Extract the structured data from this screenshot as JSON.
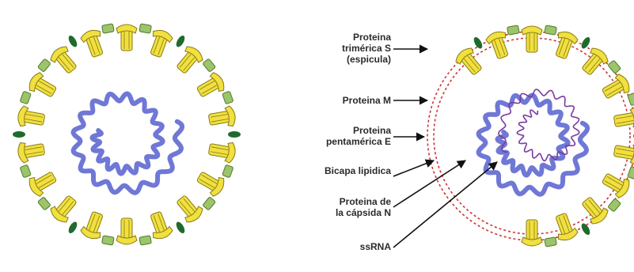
{
  "labels": {
    "spike": [
      "Proteina",
      "trimérica S",
      "(espicula)"
    ],
    "m_protein": "Proteina M",
    "e_protein": [
      "Proteina",
      "pentamérica E"
    ],
    "bilayer": "Bicapa lipidica",
    "capsid": [
      "Proteina de",
      "la cápsida N"
    ],
    "ssrna": "ssRNA"
  },
  "colors": {
    "spike": "#f0e040",
    "spike_stroke": "#8a7a10",
    "m_protein": "#9cc46a",
    "m_protein_stroke": "#4e7a2a",
    "e_protein": "#1f6b2e",
    "capsid": "#6f78d6",
    "ssrna": "#7a3aa0",
    "bilayer": "#d23030",
    "arrow": "#111111"
  },
  "icons": [
    "spike-protein-icon",
    "m-protein-icon",
    "e-protein-icon",
    "capsid-coil-icon",
    "rna-strand-icon"
  ]
}
